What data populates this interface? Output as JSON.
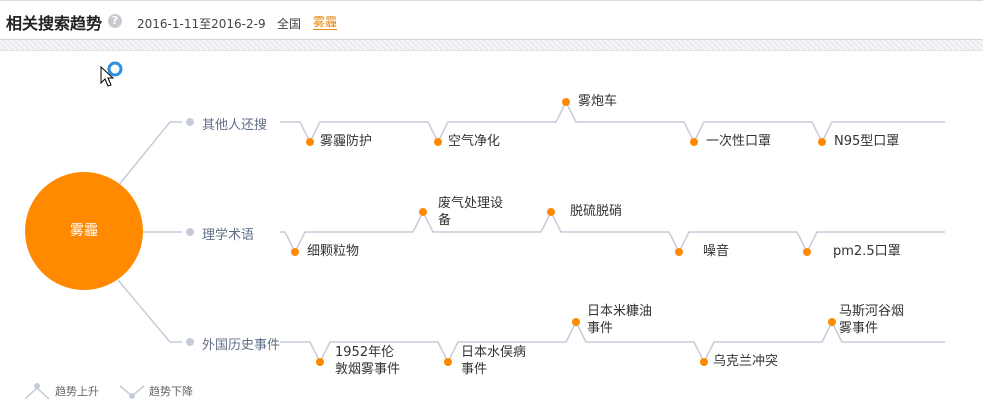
{
  "header": {
    "title": "相关搜索趋势",
    "help_icon": "question-icon",
    "date_range": "2016-1-11至2016-2-9",
    "region": "全国",
    "keyword": "雾霾"
  },
  "graph": {
    "center": "雾霾",
    "branches": [
      {
        "label": "其他人还搜",
        "items": [
          {
            "text": "雾霾防护",
            "trend": "down"
          },
          {
            "text": "空气净化",
            "trend": "down"
          },
          {
            "text": "雾炮车",
            "trend": "up"
          },
          {
            "text": "一次性口罩",
            "trend": "down"
          },
          {
            "text": "N95型口罩",
            "trend": "down"
          }
        ]
      },
      {
        "label": "理学术语",
        "items": [
          {
            "text": "细颗粒物",
            "trend": "down"
          },
          {
            "text": "废气处理设\n备",
            "trend": "up"
          },
          {
            "text": "脱硫脱硝",
            "trend": "up"
          },
          {
            "text": "噪音",
            "trend": "down"
          },
          {
            "text": "pm2.5口罩",
            "trend": "down"
          }
        ]
      },
      {
        "label": "外国历史事件",
        "items": [
          {
            "text": "1952年伦\n敦烟雾事件",
            "trend": "down"
          },
          {
            "text": "日本水俣病\n事件",
            "trend": "down"
          },
          {
            "text": "日本米糠油\n事件",
            "trend": "up"
          },
          {
            "text": "乌克兰冲突",
            "trend": "down"
          },
          {
            "text": "马斯河谷烟\n雾事件",
            "trend": "up"
          }
        ]
      }
    ]
  },
  "legend": {
    "up_label": "趋势上升",
    "down_label": "趋势下降"
  },
  "colors": {
    "accent": "#ff8a00",
    "line": "#c5cbd8",
    "branch_text": "#5f6f86"
  }
}
